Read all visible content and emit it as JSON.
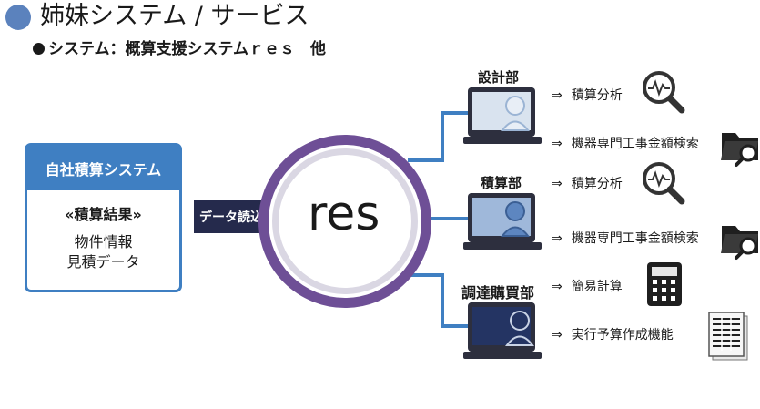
{
  "title": "姉妹システム / サービス",
  "subtitle": "システム：概算支援システムｒｅｓ　他",
  "source_box": {
    "header": "自社積算システム",
    "lines": [
      "«積算結果»",
      "物件情報",
      "見積データ"
    ]
  },
  "import_label": "データ読込",
  "center_label": "res",
  "arrow_symbol": "⇒",
  "departments": [
    {
      "name": "設計部",
      "items": [
        {
          "label": "積算分析",
          "icon": "magnifier-chart-icon"
        },
        {
          "label": "機器専門工事金額検索",
          "icon": "folder-search-icon"
        }
      ]
    },
    {
      "name": "積算部",
      "items": [
        {
          "label": "積算分析",
          "icon": "magnifier-chart-icon"
        },
        {
          "label": "機器専門工事金額検索",
          "icon": "folder-search-icon"
        }
      ]
    },
    {
      "name": "調達購買部",
      "items": [
        {
          "label": "簡易計算",
          "icon": "calculator-icon"
        },
        {
          "label": "実行予算作成機能",
          "icon": "spreadsheet-icon"
        }
      ]
    }
  ],
  "colors": {
    "accent_blue": "#3f7fc2",
    "navy": "#252a4c",
    "purple": "#6e4f96",
    "title_dot": "#5b82bd"
  }
}
